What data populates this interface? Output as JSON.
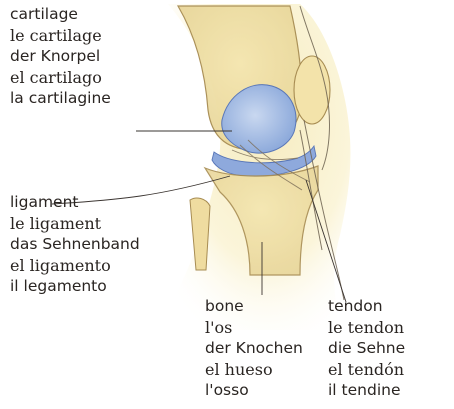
{
  "labels": {
    "cartilage": {
      "en": "cartilage",
      "fr": "le cartilage",
      "de": "der Knorpel",
      "es": "el cartilago",
      "it": "la cartilagine"
    },
    "ligament": {
      "en": "ligament",
      "fr": "le ligament",
      "de": "das Sehnenband",
      "es": "el ligamento",
      "it": "il legamento"
    },
    "bone": {
      "en": "bone",
      "fr": "l'os",
      "de": "der Knochen",
      "es": "el hueso",
      "it": "l'osso"
    },
    "tendon": {
      "en": "tendon",
      "fr": "le tendon",
      "de": "die Sehne",
      "es": "el tendón",
      "it": "il tendine"
    }
  }
}
